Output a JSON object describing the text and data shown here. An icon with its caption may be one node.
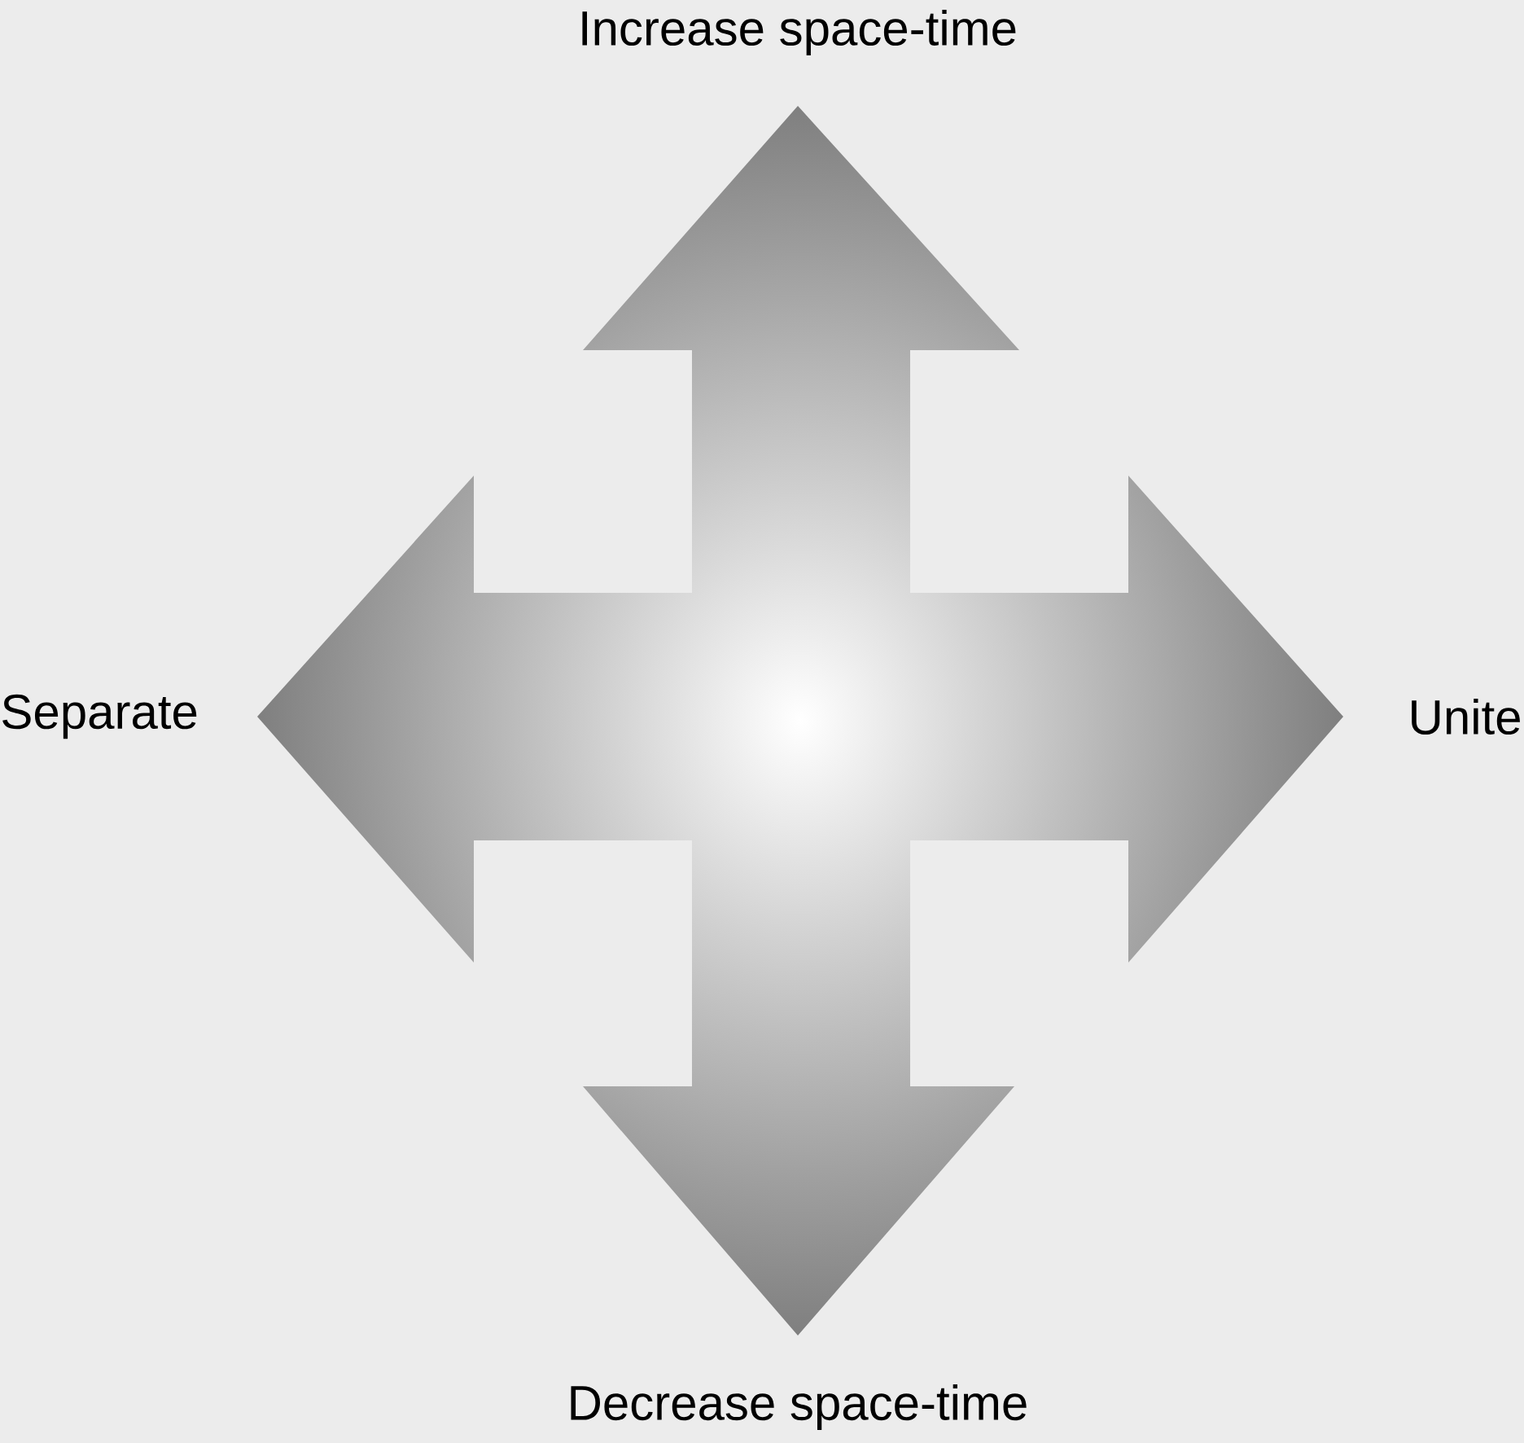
{
  "diagram": {
    "labels": [
      "Increase space-time",
      "Separate",
      "Unite",
      "Decrease space-time"
    ]
  }
}
